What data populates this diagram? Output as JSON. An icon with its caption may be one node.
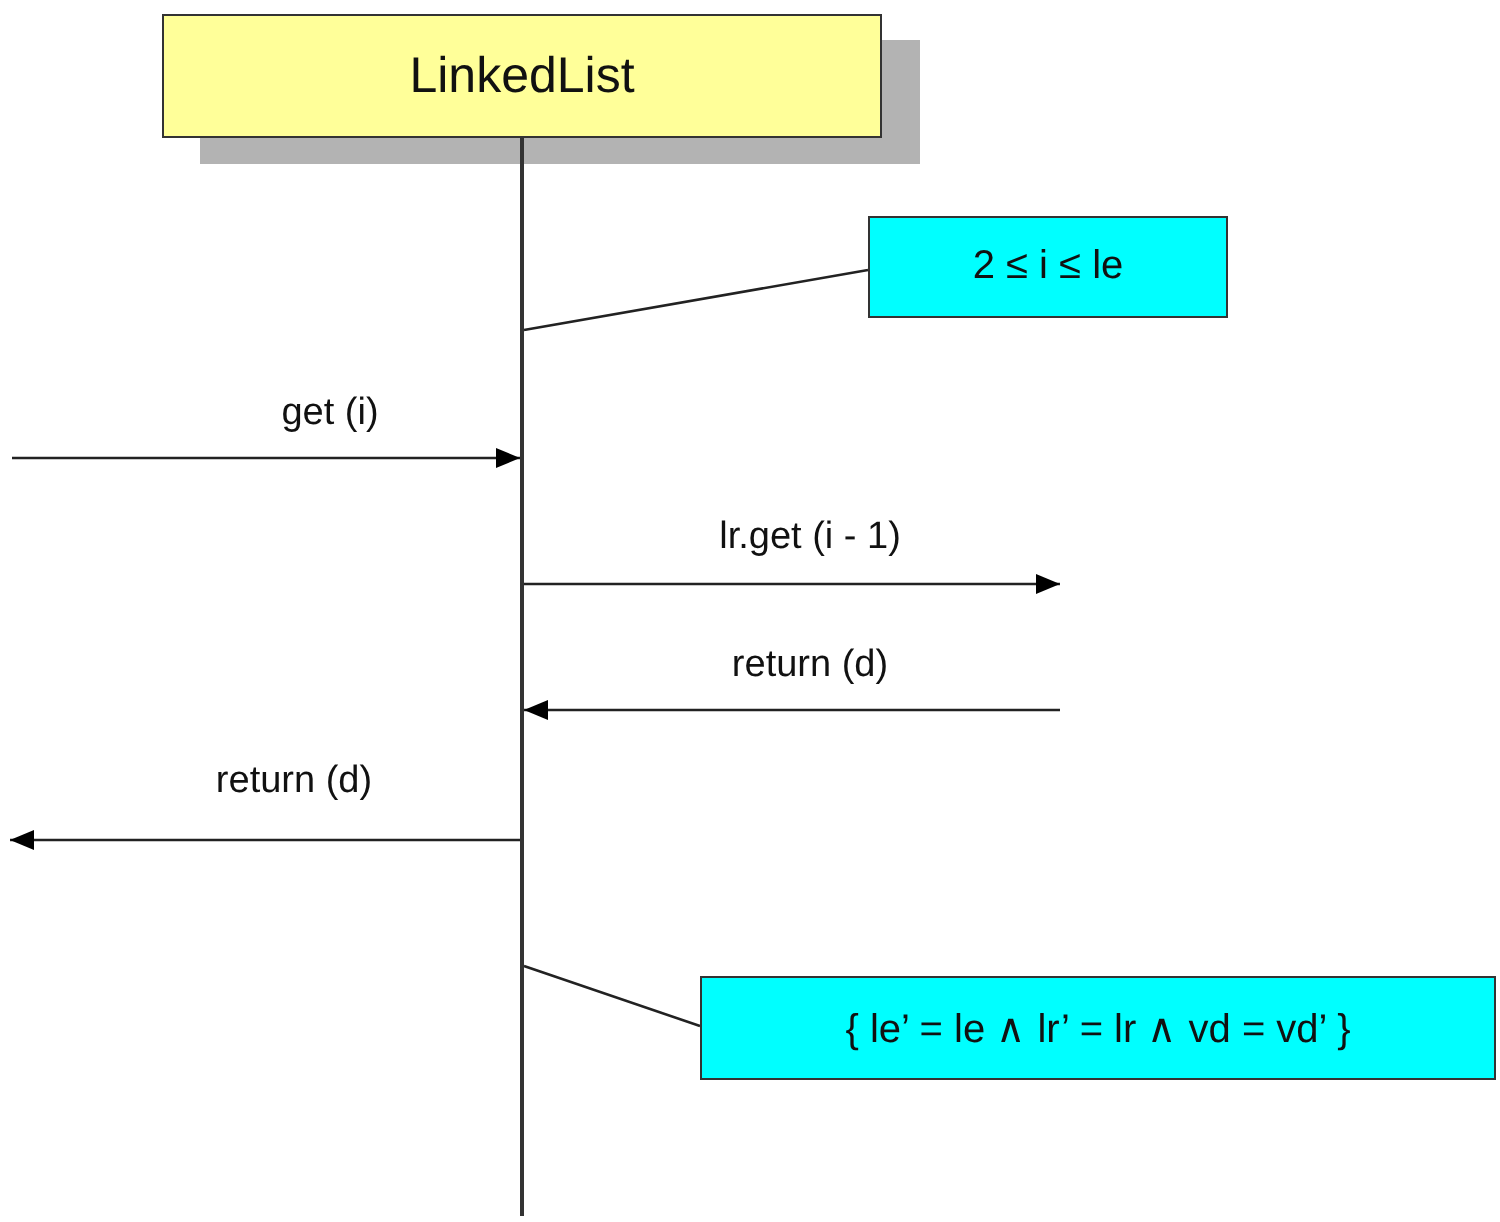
{
  "diagram": {
    "nodes": [
      {
        "text": [
          "LinkedList"
        ]
      },
      {
        "text": [],
        "shape": "line"
      },
      {
        "text": [
          "2 ≤ i ≤ le"
        ]
      },
      {
        "text": [
          "{ le’ = le ∧ lr’ = lr ∧ vd = vd’ }"
        ]
      }
    ],
    "edges": [
      {
        "from": 2,
        "to": 1,
        "arrow": "none"
      },
      {
        "from": null,
        "to": 1,
        "arrow": "to",
        "label": "get (i)"
      },
      {
        "from": 1,
        "to": null,
        "arrow": "to",
        "label": "lr.get (i - 1)"
      },
      {
        "from": null,
        "to": 1,
        "arrow": "to",
        "label": "return (d)"
      },
      {
        "from": 1,
        "to": null,
        "arrow": "to",
        "label": "return (d)"
      },
      {
        "from": 3,
        "to": 1,
        "arrow": "none"
      }
    ]
  }
}
